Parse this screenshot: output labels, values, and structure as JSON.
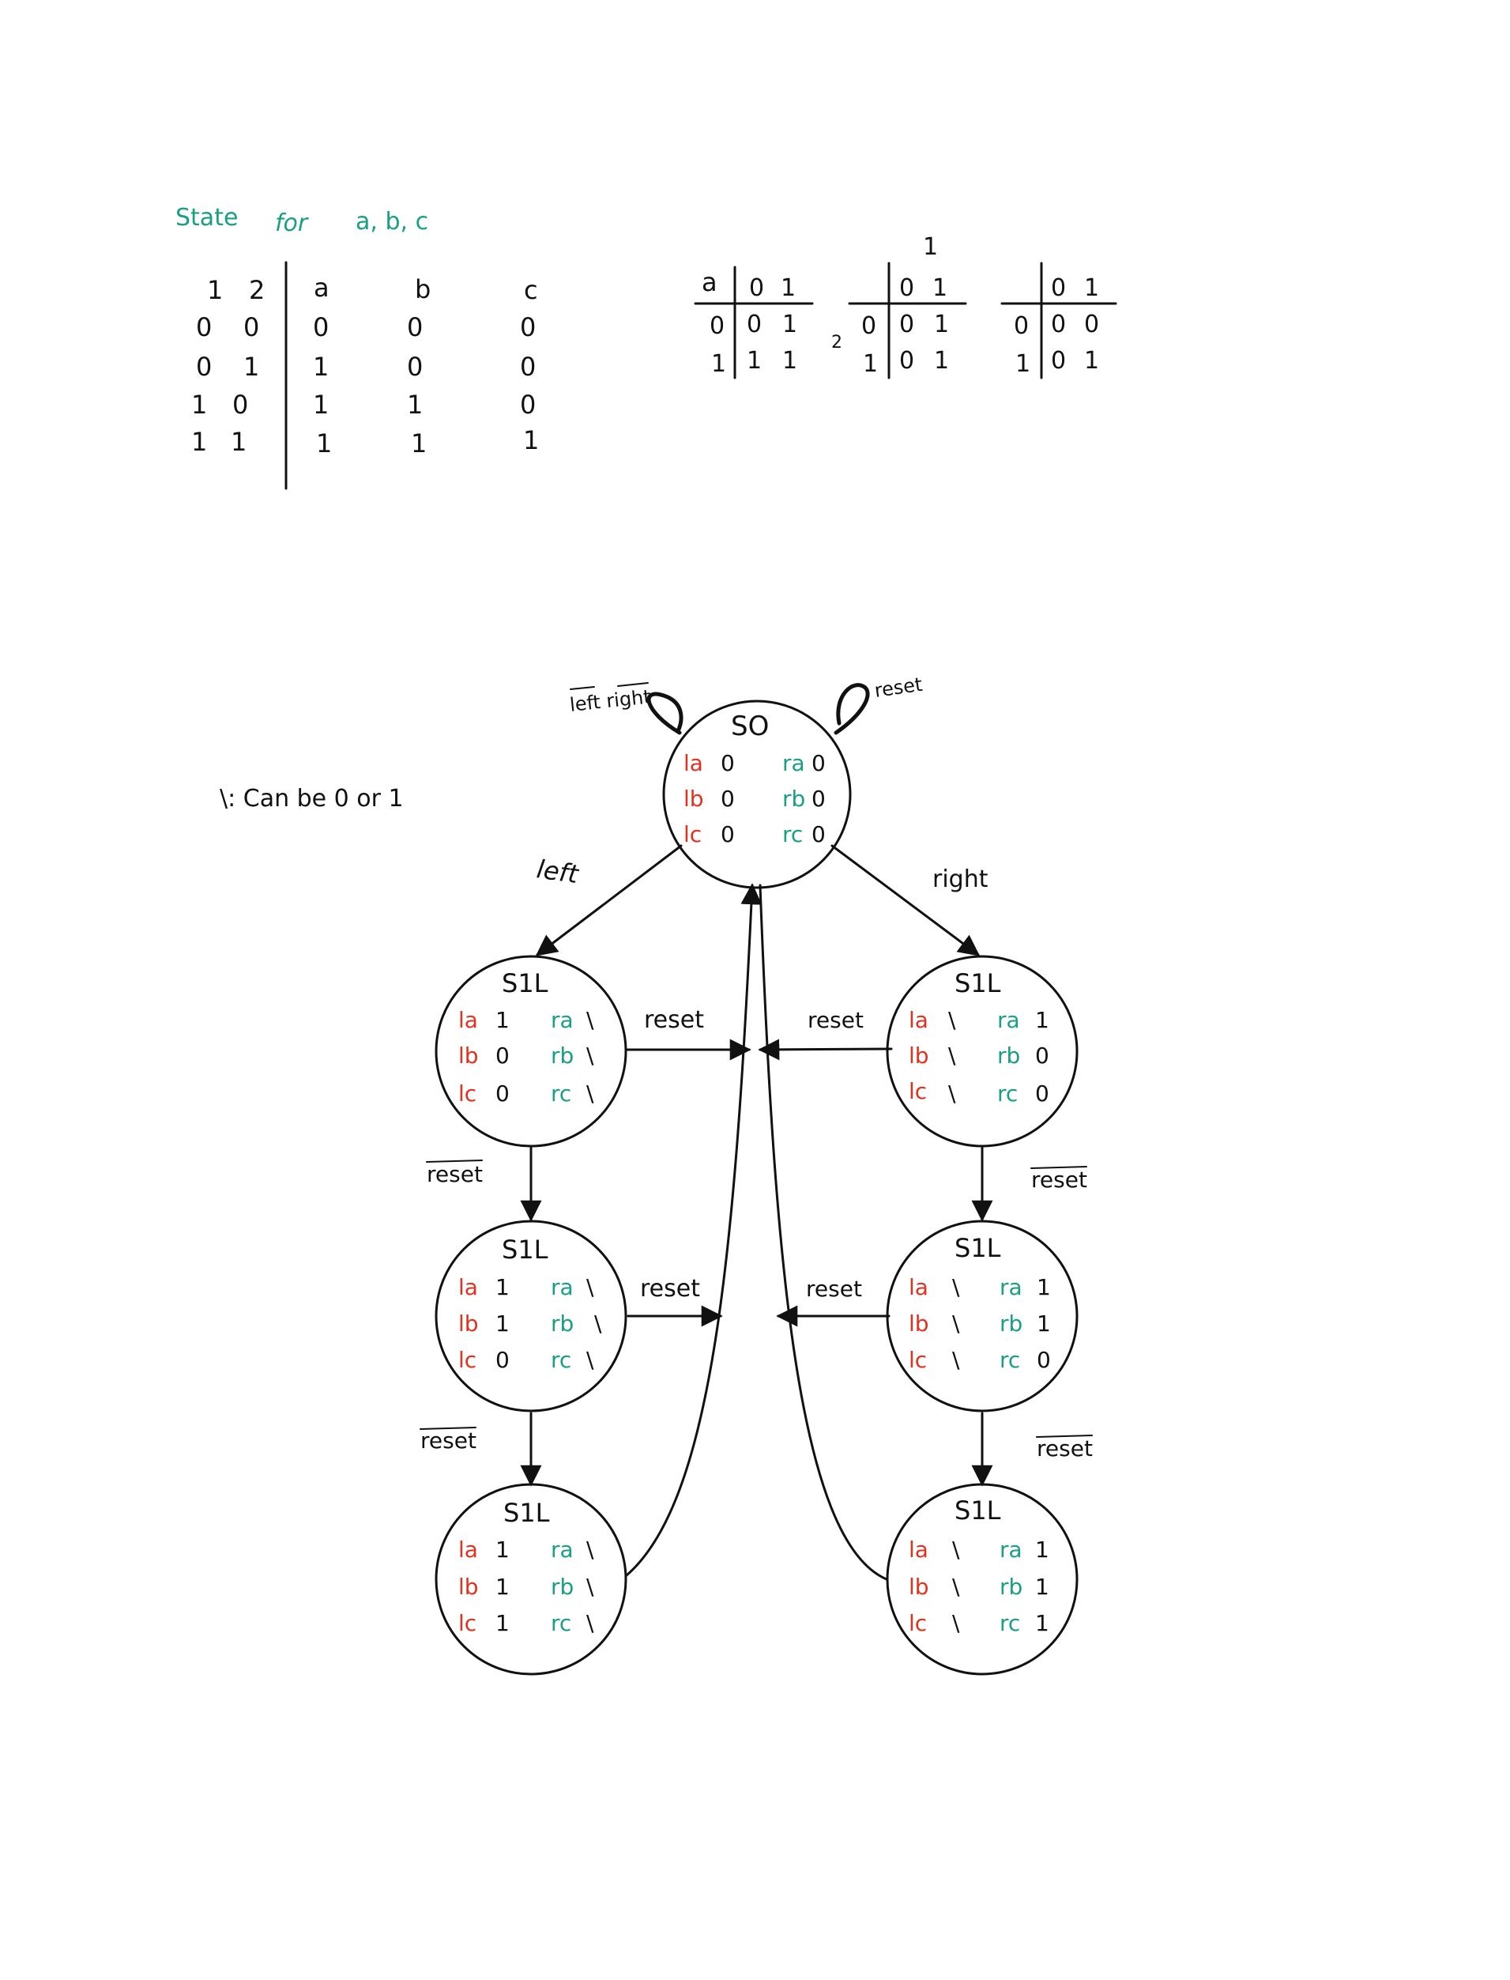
{
  "colors": {
    "ink": "#111111",
    "lamp_left": "#e2321f",
    "lamp_right": "#1a9f83"
  },
  "title_line": {
    "word1": "State",
    "word2": "for",
    "word3": "a, b, c"
  },
  "truth_table": {
    "headers": [
      "1",
      "2",
      "a",
      "b",
      "c"
    ],
    "rows": [
      [
        "0",
        "0",
        "0",
        "0",
        "0"
      ],
      [
        "0",
        "1",
        "1",
        "0",
        "0"
      ],
      [
        "1",
        "0",
        "1",
        "1",
        "0"
      ],
      [
        "1",
        "1",
        "1",
        "1",
        "1"
      ]
    ]
  },
  "kmaps": {
    "top_marker": "1",
    "side_marker": "2",
    "maps": [
      {
        "corner": "a",
        "cols": [
          "0",
          "1"
        ],
        "rows": [
          {
            "h": "0",
            "v": [
              "0",
              "1"
            ]
          },
          {
            "h": "1",
            "v": [
              "1",
              "1"
            ]
          }
        ]
      },
      {
        "corner": "",
        "cols": [
          "0",
          "1"
        ],
        "rows": [
          {
            "h": "0",
            "v": [
              "0",
              "1"
            ]
          },
          {
            "h": "1",
            "v": [
              "0",
              "1"
            ]
          }
        ]
      },
      {
        "corner": "",
        "cols": [
          "0",
          "1"
        ],
        "rows": [
          {
            "h": "0",
            "v": [
              "0",
              "0"
            ]
          },
          {
            "h": "1",
            "v": [
              "0",
              "1"
            ]
          }
        ]
      }
    ]
  },
  "legend": "\\: Can be 0 or 1",
  "states": {
    "s0": {
      "name": "SO",
      "la": "0",
      "lb": "0",
      "lc": "0",
      "ra": "0",
      "rb": "0",
      "rc": "0"
    },
    "l1": {
      "name": "S1L",
      "la": "1",
      "lb": "0",
      "lc": "0",
      "ra": "\\",
      "rb": "\\",
      "rc": "\\"
    },
    "l2": {
      "name": "S1L",
      "la": "1",
      "lb": "1",
      "lc": "0",
      "ra": "\\",
      "rb": "\\",
      "rc": "\\"
    },
    "l3": {
      "name": "S1L",
      "la": "1",
      "lb": "1",
      "lc": "1",
      "ra": "\\",
      "rb": "\\",
      "rc": "\\"
    },
    "r1": {
      "name": "S1L",
      "la": "\\",
      "lb": "\\",
      "lc": "\\",
      "ra": "1",
      "rb": "0",
      "rc": "0"
    },
    "r2": {
      "name": "S1L",
      "la": "\\",
      "lb": "\\",
      "lc": "\\",
      "ra": "1",
      "rb": "1",
      "rc": "0"
    },
    "r3": {
      "name": "S1L",
      "la": "\\",
      "lb": "\\",
      "lc": "\\",
      "ra": "1",
      "rb": "1",
      "rc": "1"
    }
  },
  "lamp_labels": {
    "la": "la",
    "lb": "lb",
    "lc": "lc",
    "ra": "ra",
    "rb": "rb",
    "rc": "rc"
  },
  "transitions": {
    "self_left": "left right",
    "self_right": "reset",
    "to_left": "left",
    "to_right": "right",
    "l1_reset": "reset",
    "r1_reset": "reset",
    "l2_reset": "reset",
    "r2_reset": "reset",
    "l1_to_l2": "reset",
    "l2_to_l3": "reset",
    "r1_to_r2": "reset",
    "r2_to_r3": "reset"
  }
}
